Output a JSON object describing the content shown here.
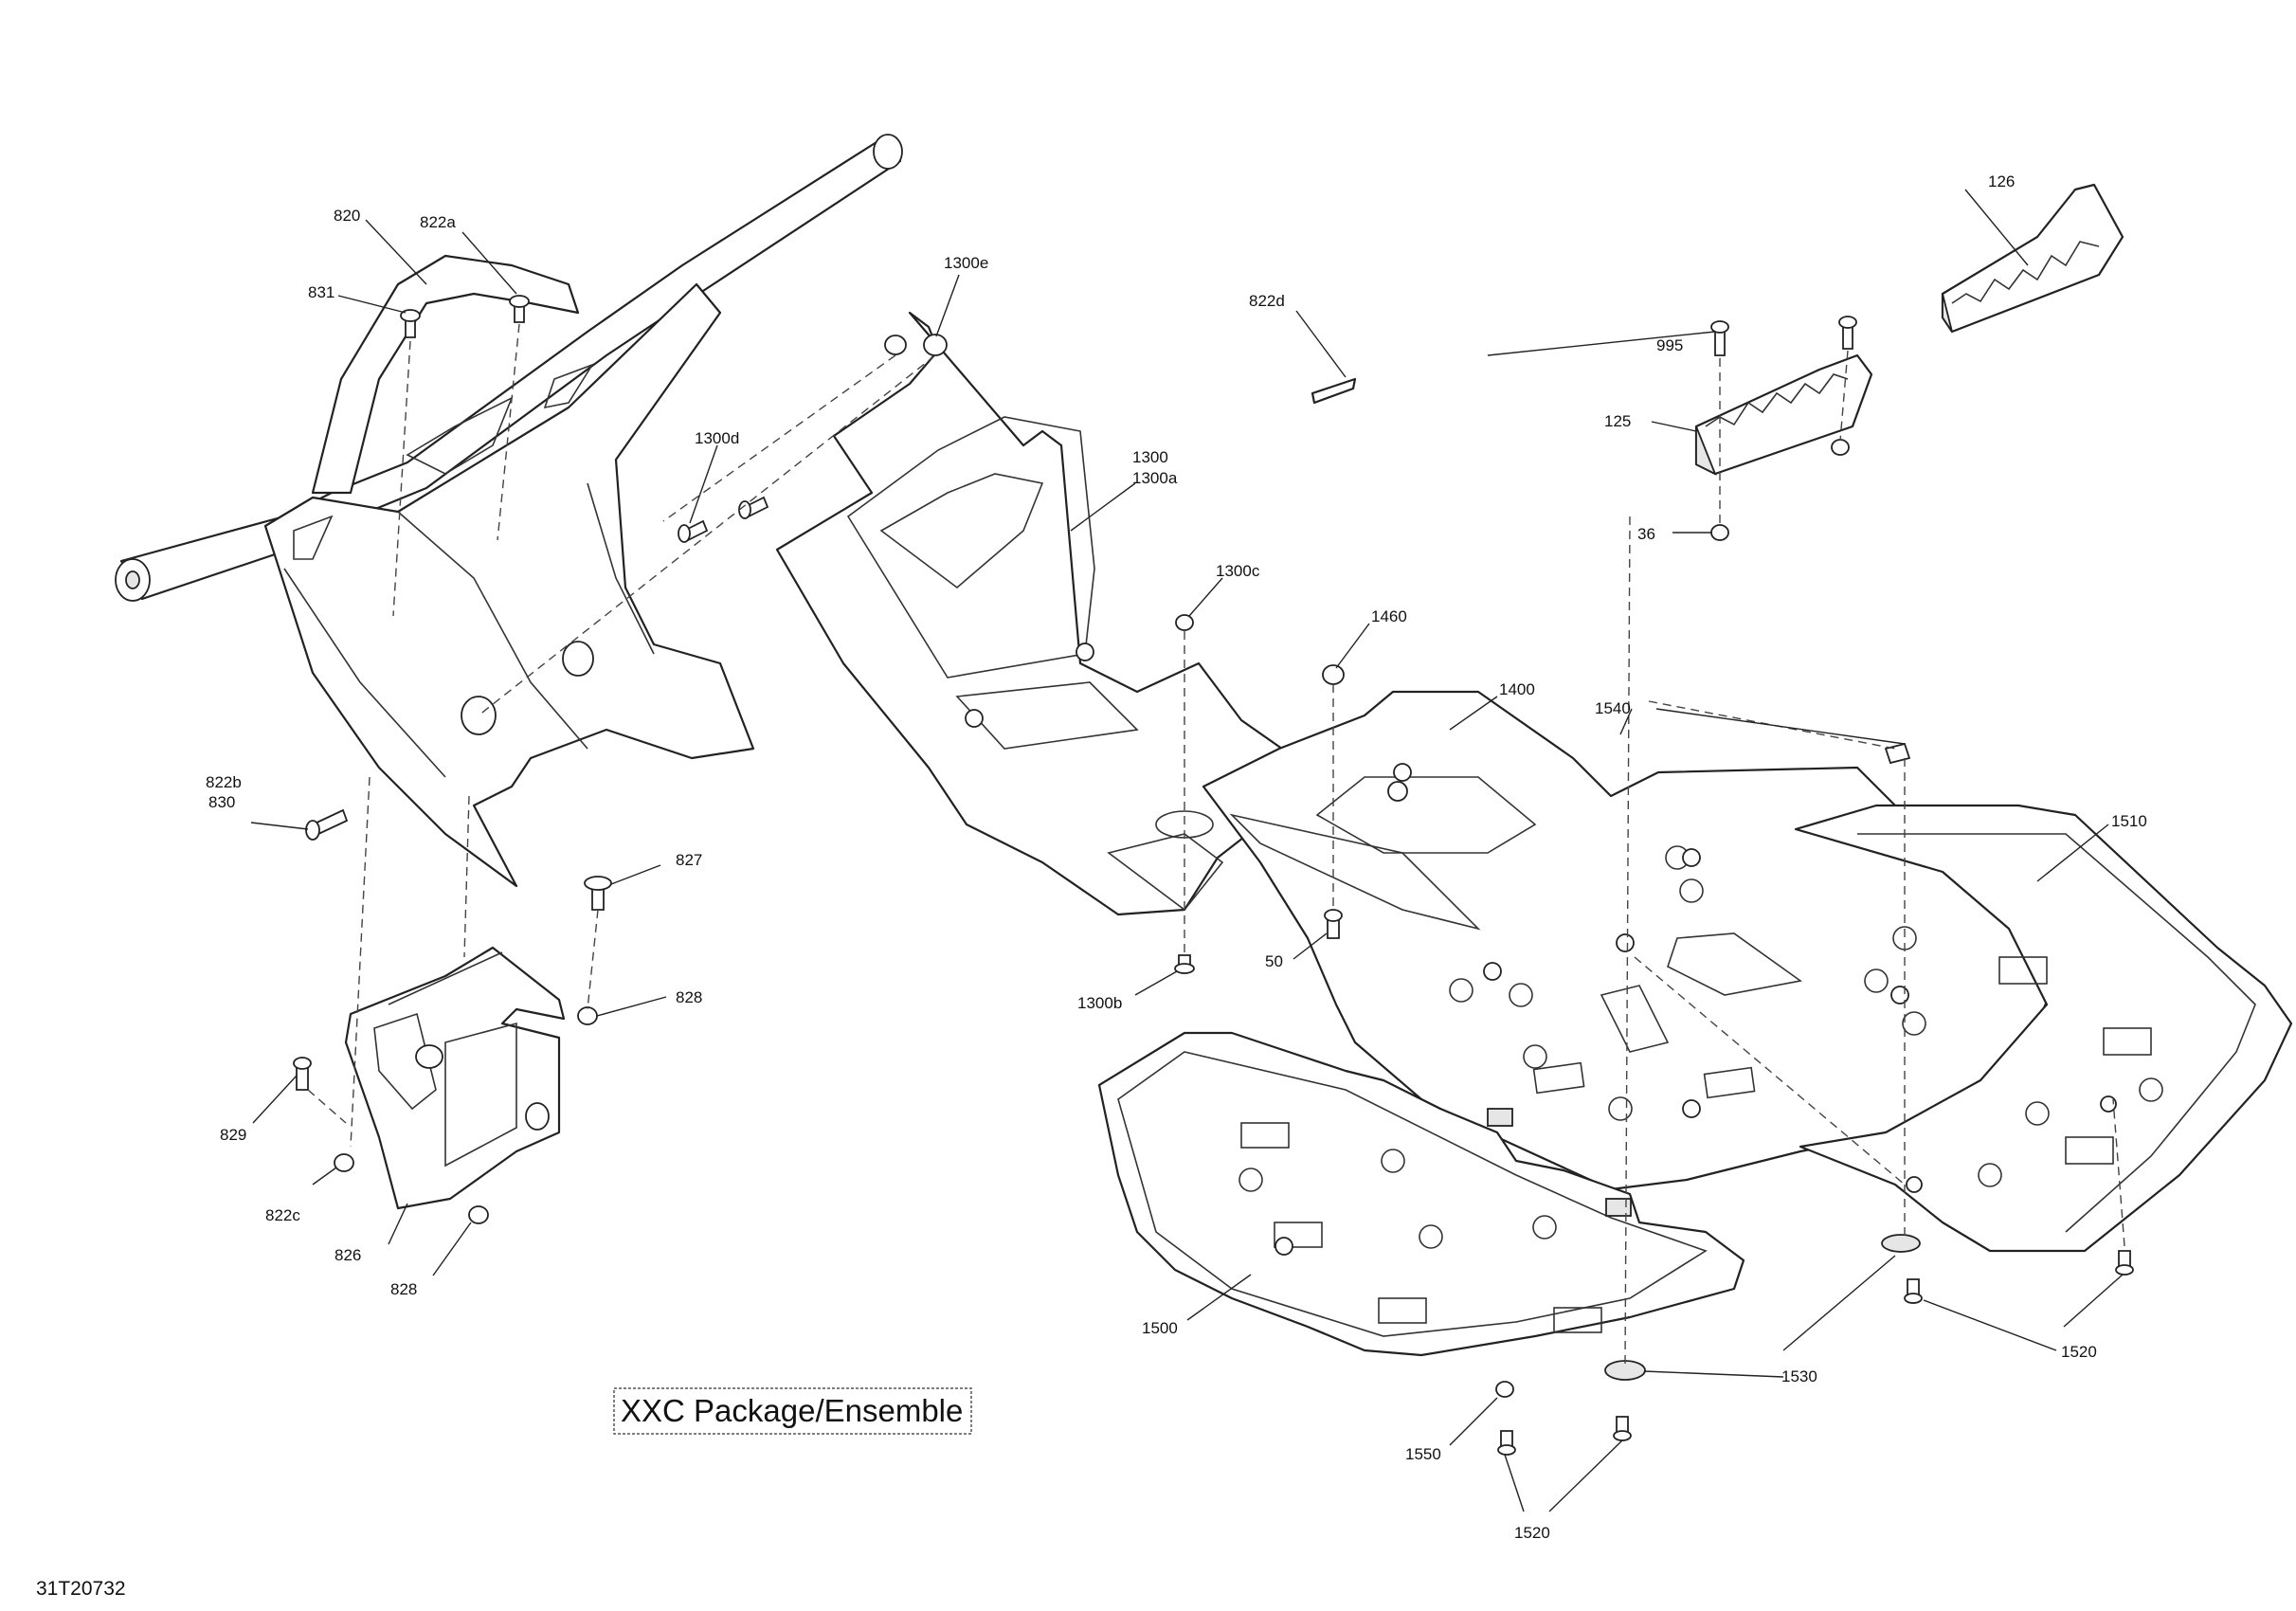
{
  "package_label": "XXC Package/Ensemble",
  "document_id": "31T20732",
  "callouts": {
    "c820": "820",
    "c822a": "822a",
    "c831": "831",
    "c1300e": "1300e",
    "c1300d": "1300d",
    "c822d": "822d",
    "c1300": "1300",
    "c1300a": "1300a",
    "c1300c": "1300c",
    "c1460": "1460",
    "c1400": "1400",
    "c1540": "1540",
    "c126": "126",
    "c995": "995",
    "c125": "125",
    "c36": "36",
    "c1510": "1510",
    "c822b": "822b",
    "c830": "830",
    "c827": "827",
    "c828a": "828",
    "c829": "829",
    "c822c": "822c",
    "c826": "826",
    "c828b": "828",
    "c50": "50",
    "c1300b": "1300b",
    "c1500": "1500",
    "c1530": "1530",
    "c1520a": "1520",
    "c1550": "1550",
    "c1520b": "1520"
  }
}
